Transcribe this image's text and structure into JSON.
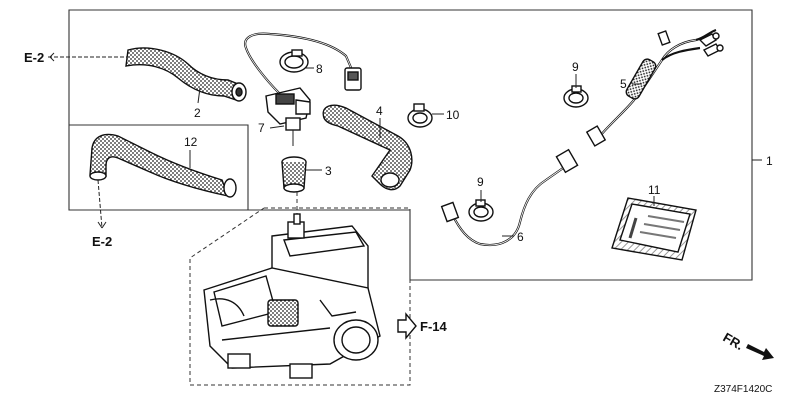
{
  "refs": {
    "e2_top": "E-2",
    "e2_bottom": "E-2",
    "f14": "F-14",
    "fr": "FR."
  },
  "callouts": {
    "c1": "1",
    "c2": "2",
    "c3": "3",
    "c4": "4",
    "c5": "5",
    "c6": "6",
    "c7": "7",
    "c8": "8",
    "c9a": "9",
    "c9b": "9",
    "c10": "10",
    "c11": "11",
    "c12": "12"
  },
  "diagram_code": "Z374F1420C"
}
